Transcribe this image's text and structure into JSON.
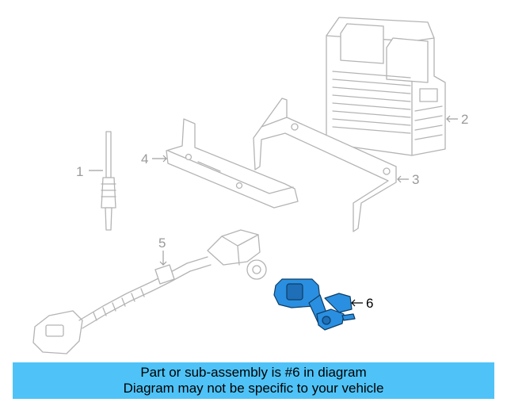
{
  "callouts": {
    "c1": "1",
    "c2": "2",
    "c3": "3",
    "c4": "4",
    "c5": "5",
    "c6": "6"
  },
  "highlighted_part": "6",
  "colors": {
    "highlight": "#2a8fe0",
    "banner": "#4fc3f7",
    "line_art": "#b4b4b4"
  },
  "banner": {
    "line1": "Part or sub-assembly is #6 in diagram",
    "line2": "Diagram may not be specific to your vehicle"
  }
}
